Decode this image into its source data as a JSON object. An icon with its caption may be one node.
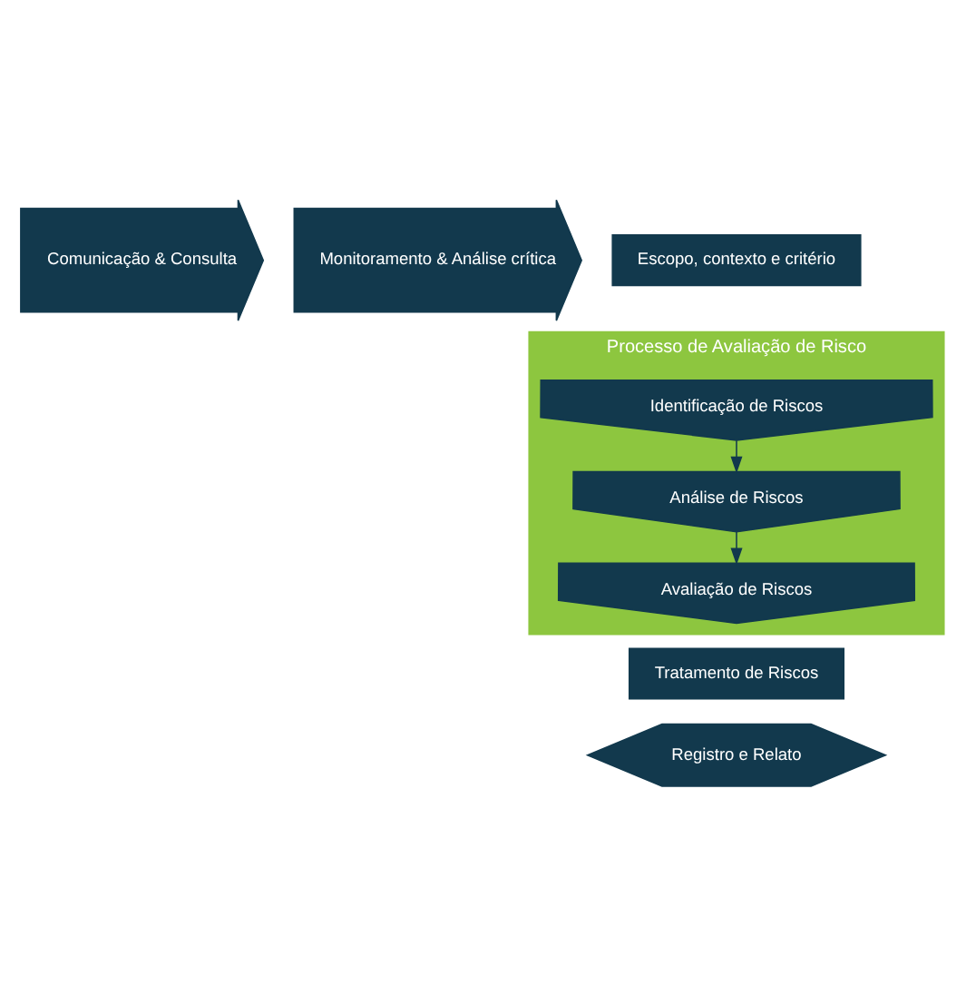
{
  "diagram": {
    "nodes": [
      {
        "text": [
          "Comunicação & Consulta"
        ]
      },
      {
        "text": [
          "Escopo, contexto e critério"
        ]
      },
      {
        "text": [
          "Processo de Avaliação de Risco"
        ]
      },
      {
        "text": [
          "Identificação de Riscos"
        ],
        "in": 2
      },
      {
        "text": [
          "Análise de Riscos"
        ],
        "in": 2
      },
      {
        "text": [
          "Avaliação de Riscos"
        ],
        "in": 2
      },
      {
        "text": [
          "Monitoramento & Análise crítica"
        ]
      },
      {
        "text": [
          "Tratamento de Riscos"
        ]
      },
      {
        "text": [
          "Registro e Relato"
        ]
      }
    ],
    "edges": [
      {
        "from": 3,
        "to": 4,
        "arrow": "to"
      },
      {
        "from": 4,
        "to": 5,
        "arrow": "to"
      }
    ]
  }
}
